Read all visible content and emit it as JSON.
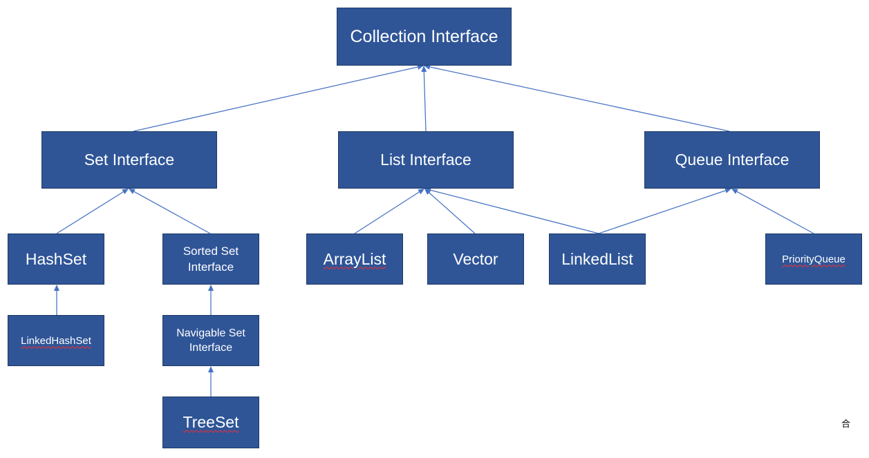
{
  "nodes": {
    "collection": "Collection Interface",
    "set": "Set Interface",
    "list": "List Interface",
    "queue": "Queue Interface",
    "hashset": "HashSet",
    "sorted_set": "Sorted Set Interface",
    "arraylist": "ArrayList",
    "vector": "Vector",
    "linkedlist": "LinkedList",
    "priorityqueue": "PriorityQueue",
    "linkedhashset": "LinkedHashSet",
    "navigable_set": "Navigable Set Interface",
    "treeset": "TreeSet"
  },
  "edges": [
    {
      "from": "set",
      "to": "collection"
    },
    {
      "from": "list",
      "to": "collection"
    },
    {
      "from": "queue",
      "to": "collection"
    },
    {
      "from": "hashset",
      "to": "set"
    },
    {
      "from": "sorted_set",
      "to": "set"
    },
    {
      "from": "arraylist",
      "to": "list"
    },
    {
      "from": "vector",
      "to": "list"
    },
    {
      "from": "linkedlist",
      "to": "list"
    },
    {
      "from": "linkedlist",
      "to": "queue"
    },
    {
      "from": "priorityqueue",
      "to": "queue"
    },
    {
      "from": "linkedhashset",
      "to": "hashset"
    },
    {
      "from": "navigable_set",
      "to": "sorted_set"
    },
    {
      "from": "treeset",
      "to": "navigable_set"
    }
  ],
  "colors": {
    "node_fill": "#2f5597",
    "node_border": "#1f3864",
    "node_text": "#ffffff",
    "edge": "#4472c4",
    "spellcheck_underline": "#ff2b2b"
  },
  "stray_glyph": "合"
}
